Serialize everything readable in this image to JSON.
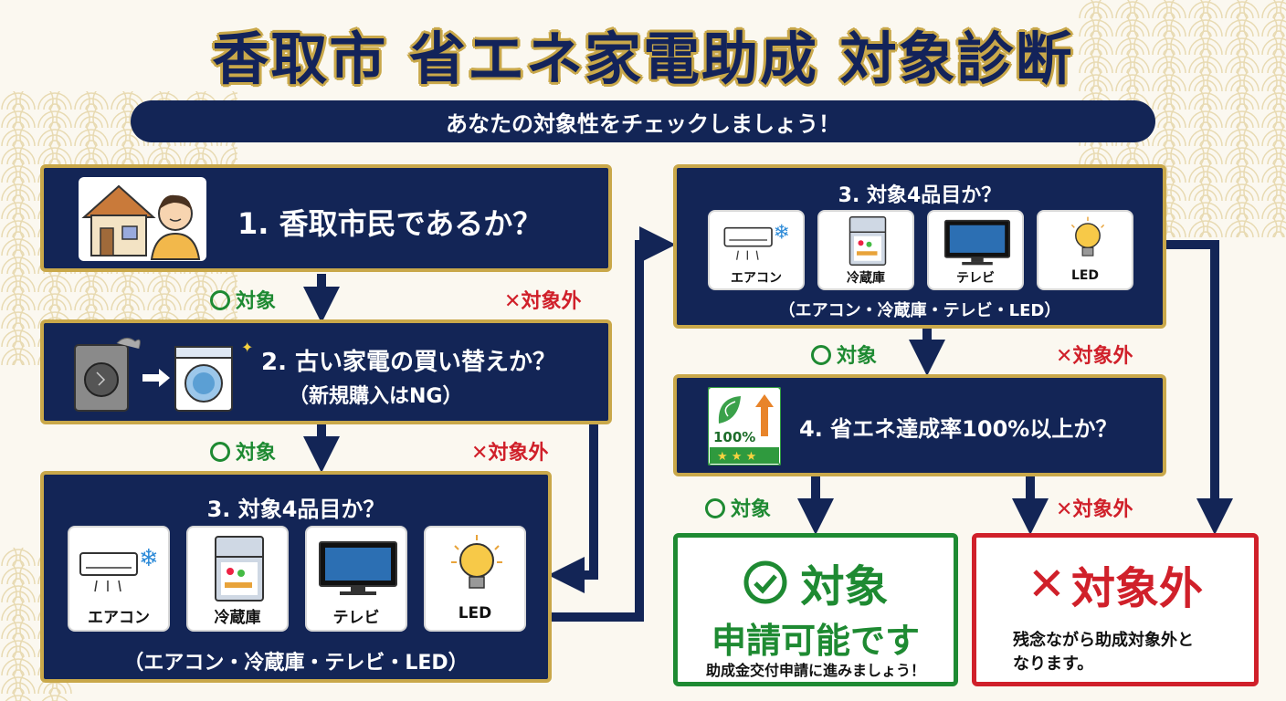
{
  "title": "香取市 省エネ家電助成 対象診断",
  "subtitle": "あなたの対象性をチェックしましょう！",
  "labels": {
    "ok": "対象",
    "ng": "対象外",
    "ok_mark": "〇",
    "ng_mark": "✕"
  },
  "q1": {
    "text": "1. 香取市民であるか？"
  },
  "q2": {
    "line1": "2. 古い家電の買い替えか？",
    "line2": "（新規購入はNG）"
  },
  "q3_left": {
    "title": "3. 対象4品目か？",
    "items": [
      "エアコン",
      "冷蔵庫",
      "テレビ",
      "LED"
    ],
    "note": "（エアコン・冷蔵庫・テレビ・LED）"
  },
  "q3_right": {
    "title": "3. 対象4品目か？",
    "items": [
      "エアコン",
      "冷蔵庫",
      "テレビ",
      "LED"
    ],
    "note": "（エアコン・冷蔵庫・テレビ・LED）"
  },
  "q4": {
    "text": "4. 省エネ達成率100%以上か？",
    "badge": "100%",
    "stars": "★ ★ ★"
  },
  "result_ok": {
    "head": "対象",
    "line": "申請可能です",
    "note": "助成金交付申請に進みましょう！"
  },
  "result_ng": {
    "head": "対象外",
    "line1": "残念ながら助成対象外と",
    "line2": "なります。"
  },
  "colors": {
    "navy": "#132556",
    "gold": "#c9a84a",
    "green": "#1e8a32",
    "red": "#d0202a"
  }
}
